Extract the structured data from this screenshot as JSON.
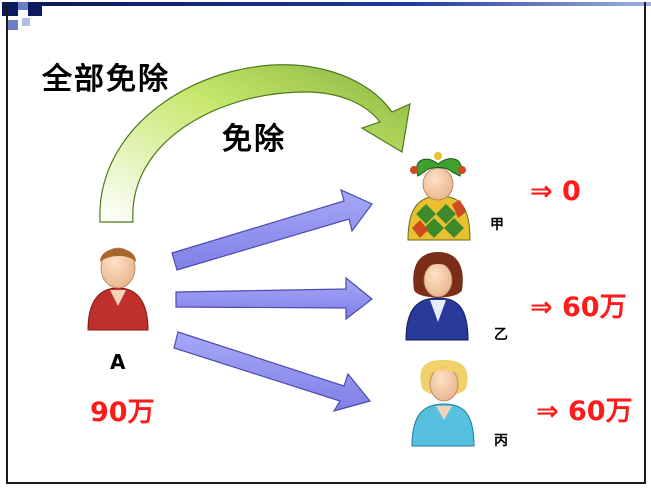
{
  "title": "全部免除",
  "arc_label": "免除",
  "debtor": {
    "name": "A",
    "amount": "90万"
  },
  "persons": [
    {
      "name": "甲",
      "result": "⇒ 0"
    },
    {
      "name": "乙",
      "result": "⇒ 60万"
    },
    {
      "name": "丙",
      "result": "⇒ 60万"
    }
  ],
  "colors": {
    "red_text": "#ff1a1a",
    "arrow_fill": "#8f8ff0",
    "arc_fill": "#c8e870",
    "title_bar": "#0c1a5e"
  }
}
